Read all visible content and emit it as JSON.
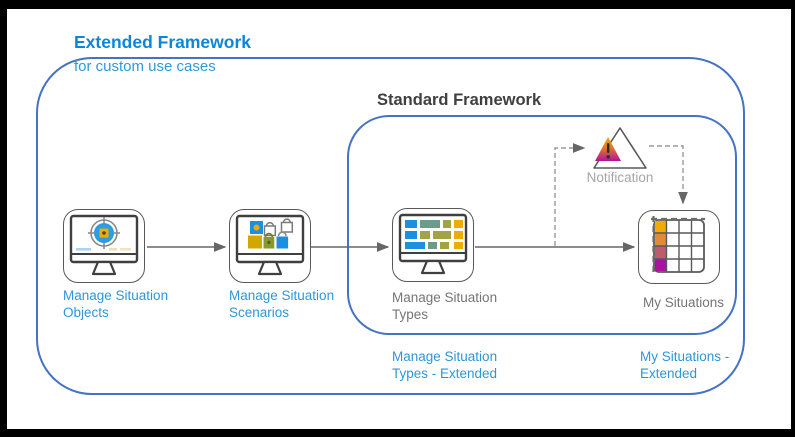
{
  "frameworks": {
    "extended": {
      "title": "Extended Framework",
      "subtitle": "for custom use cases"
    },
    "standard": {
      "title": "Standard Framework"
    }
  },
  "steps": [
    {
      "label": "Manage Situation Objects",
      "icon": "monitor-target-icon",
      "label_color": "#2e96d8"
    },
    {
      "label": "Manage Situation Scenarios",
      "icon": "monitor-locks-icon",
      "label_color": "#2e96d8"
    },
    {
      "label": "Manage Situation Types",
      "icon": "monitor-tiles-icon",
      "label_color": "#757575"
    },
    {
      "label": "My Situations",
      "icon": "situations-grid-icon",
      "label_color": "#757575"
    }
  ],
  "notification": {
    "label": "Notification"
  },
  "extended_variants": [
    {
      "label": "Manage Situation Types - Extended"
    },
    {
      "label": "My Situations - Extended"
    }
  ],
  "colors": {
    "framework_border_blue": "#4472c4",
    "title_blue": "#0d86d8",
    "label_blue": "#2e96d8",
    "title_gray": "#3f3f3f",
    "label_gray": "#757575",
    "notification_label_gray": "#a6a6a6",
    "arrow_gray": "#666666",
    "dashed_gray": "#999999",
    "accent_blue": "#1b90e0",
    "accent_orange": "#f0ab00",
    "accent_teal": "#6c9b8d",
    "accent_olive": "#a2a342",
    "accent_magenta": "#aa13a0"
  }
}
